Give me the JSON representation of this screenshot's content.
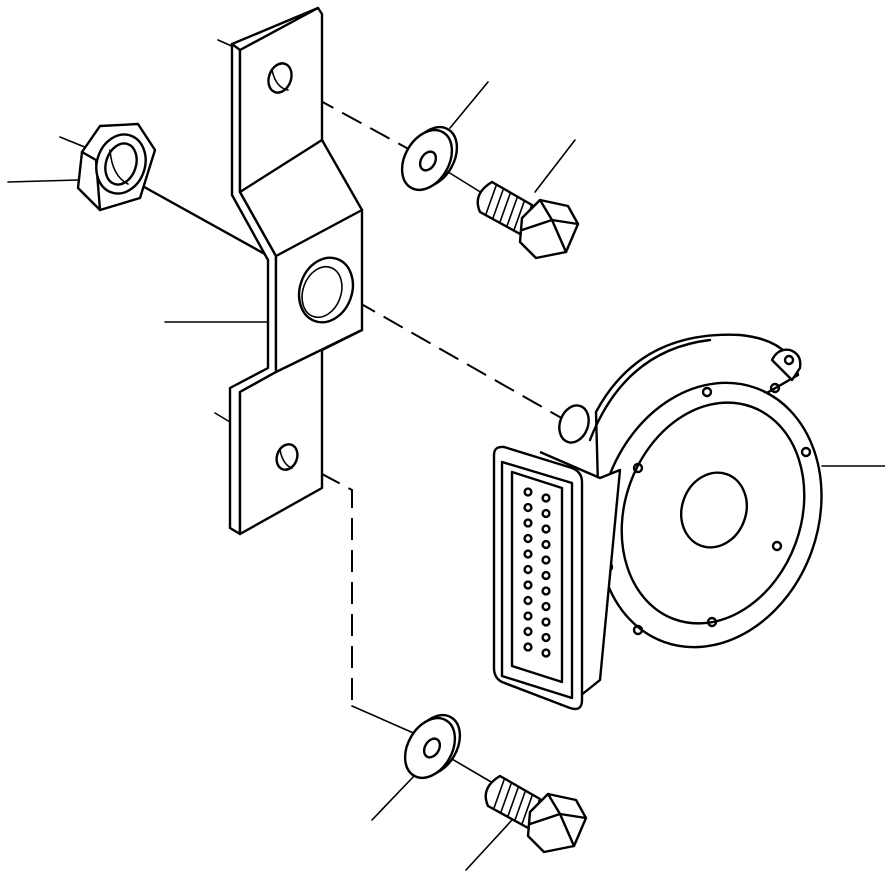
{
  "diagram": {
    "kind": "exploded-parts-view",
    "parts": [
      {
        "id": "bracket",
        "icon": "mounting-bracket-icon"
      },
      {
        "id": "hex-nut",
        "icon": "hex-nut-icon"
      },
      {
        "id": "upper-washer",
        "icon": "washer-icon"
      },
      {
        "id": "upper-bolt",
        "icon": "hex-bolt-icon"
      },
      {
        "id": "lower-washer",
        "icon": "washer-icon"
      },
      {
        "id": "lower-bolt",
        "icon": "hex-bolt-icon"
      },
      {
        "id": "horn",
        "icon": "electric-horn-icon"
      }
    ],
    "line_color": "#000000",
    "background": "#ffffff"
  }
}
